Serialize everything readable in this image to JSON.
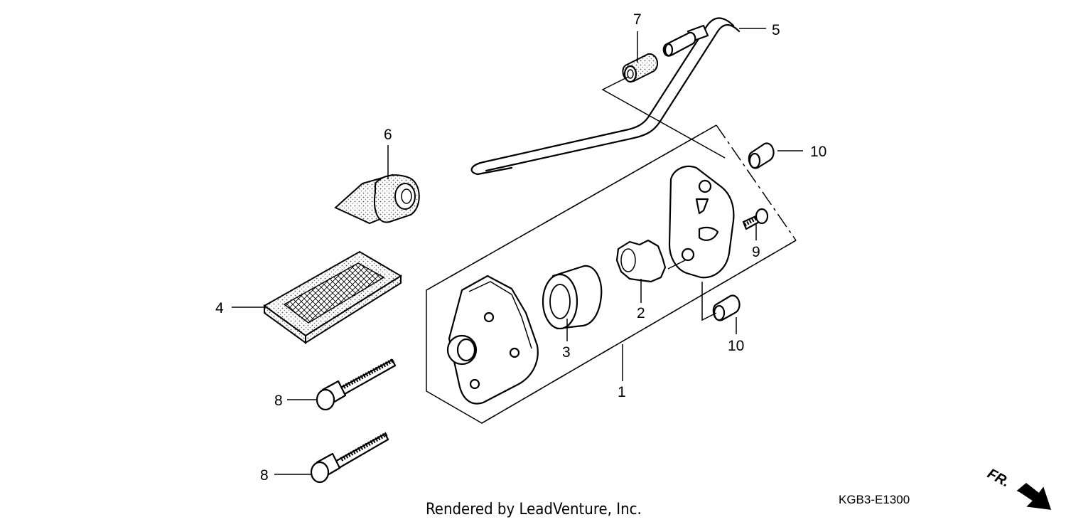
{
  "diagram": {
    "callouts": [
      "1",
      "2",
      "3",
      "4",
      "5",
      "6",
      "7",
      "8",
      "8",
      "9",
      "10",
      "10"
    ],
    "footer": {
      "rendered_by": "Rendered by LeadVenture, Inc.",
      "diagram_code": "KGB3-E1300",
      "front_marker": "FR."
    },
    "colors": {
      "ink": "#000000",
      "background": "#ffffff",
      "stipple": "#555555"
    }
  }
}
